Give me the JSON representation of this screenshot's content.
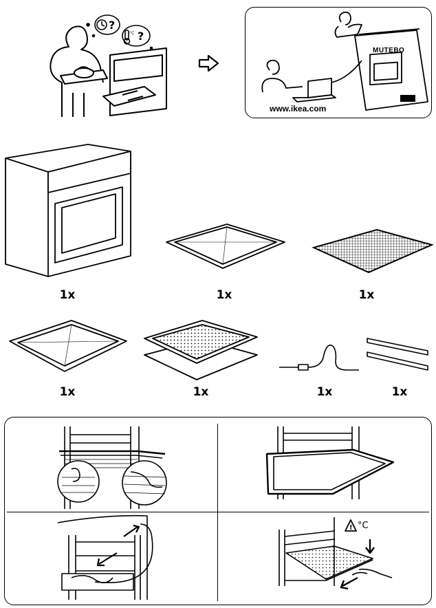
{
  "header": {
    "website": "www.ikea.com",
    "manual_title": "MUTEBO",
    "thermo_unit": "°C"
  },
  "contents": {
    "quantities": {
      "oven": "1x",
      "shallow_tray": "1x",
      "grill_rack": "1x",
      "deep_tray": "1x",
      "perforated_tray_set": "1x",
      "meat_probe": "1x",
      "telescopic_rails": "1x"
    }
  },
  "steps": {
    "warning_label": "°C"
  },
  "icons": [
    "person-thinking-icon",
    "clock-icon",
    "question-icon",
    "thermometer-icon",
    "arrow-right-icon",
    "laptop-icon",
    "manual-icon",
    "warning-triangle-icon"
  ]
}
